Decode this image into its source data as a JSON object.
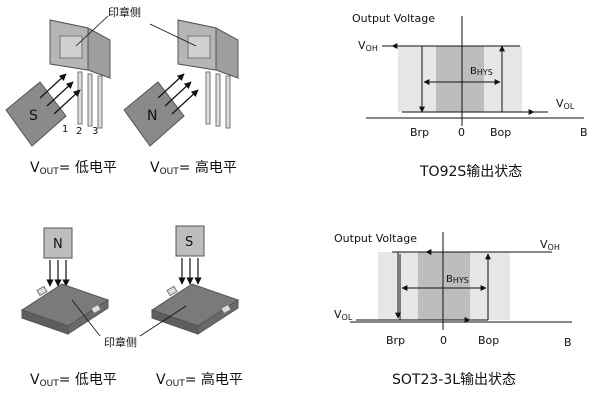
{
  "left_top": {
    "marking_label": "印章侧",
    "magnet_left": "S",
    "magnet_right": "N",
    "pin_1": "1",
    "pin_2": "2",
    "pin_3": "3",
    "caption_left": {
      "prefix": "V",
      "sub": "OUT",
      "suffix": "= 低电平"
    },
    "caption_right": {
      "prefix": "V",
      "sub": "OUT",
      "suffix": "= 高电平"
    }
  },
  "left_bottom": {
    "marking_label": "印章侧",
    "magnet_left": "N",
    "magnet_right": "S",
    "caption_left": {
      "prefix": "V",
      "sub": "OUT",
      "suffix": "= 低电平"
    },
    "caption_right": {
      "prefix": "V",
      "sub": "OUT",
      "suffix": "= 高电平"
    }
  },
  "chart_top": {
    "y_title": "Output Voltage",
    "voh": {
      "prefix": "V",
      "sub": "OH"
    },
    "vol": {
      "prefix": "V",
      "sub": "OL"
    },
    "bhys": {
      "prefix": "B",
      "sub": "HYS"
    },
    "x_ticks": [
      "Brp",
      "0",
      "Bop"
    ],
    "x_axis": "B",
    "caption": "TO92S输出状态"
  },
  "chart_bottom": {
    "y_title": "Output Voltage",
    "voh": {
      "prefix": "V",
      "sub": "OH"
    },
    "vol": {
      "prefix": "V",
      "sub": "OL"
    },
    "bhys": {
      "prefix": "B",
      "sub": "HYS"
    },
    "x_ticks": [
      "Brp",
      "0",
      "Bop"
    ],
    "x_axis": "B",
    "caption": "SOT23-3L输出状态"
  },
  "colors": {
    "shade_light": "#e6e6e6",
    "shade_dark": "#bdbdbd",
    "package_gray": "#9e9e9e",
    "package_dark": "#6f6f6f"
  }
}
